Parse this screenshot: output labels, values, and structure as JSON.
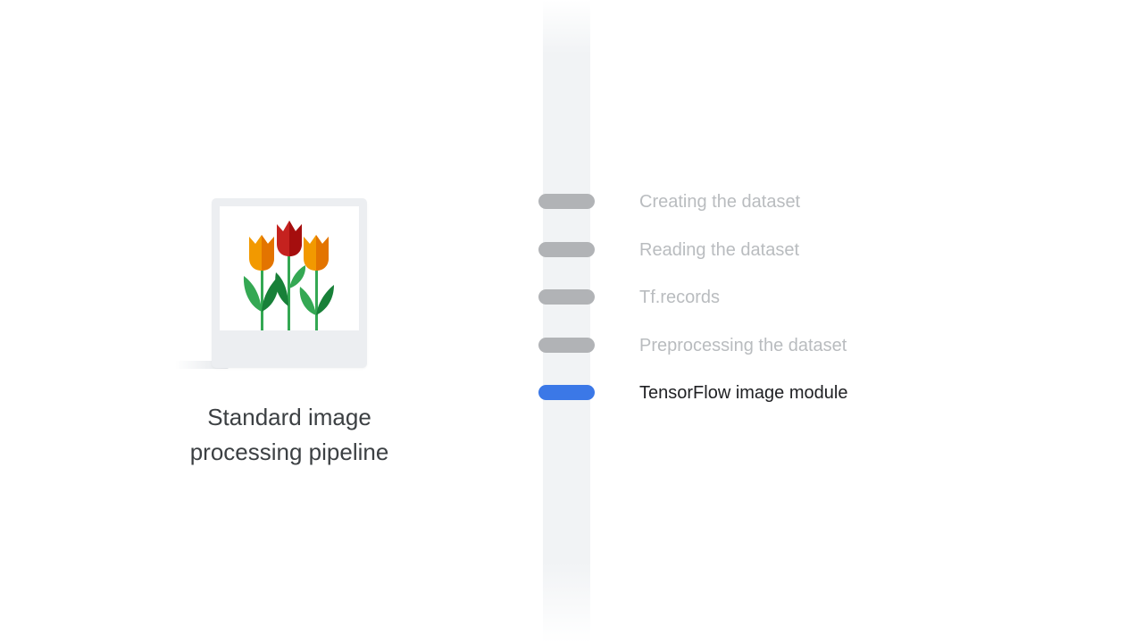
{
  "caption": {
    "line1": "Standard image",
    "line2": "processing pipeline"
  },
  "illustration": {
    "icon": "tulips-image-icon",
    "colors": {
      "orange_flower": "#f29900",
      "red_flower": "#c5221f",
      "stem": "#34a853",
      "leaf": "#188038"
    }
  },
  "timeline": {
    "active_color": "#3b78e7",
    "inactive_color": "#b1b3b6",
    "steps": [
      {
        "label": "Creating the dataset",
        "active": false
      },
      {
        "label": "Reading the dataset",
        "active": false
      },
      {
        "label": "Tf.records",
        "active": false
      },
      {
        "label": "Preprocessing the dataset",
        "active": false
      },
      {
        "label": "TensorFlow image module",
        "active": true
      }
    ]
  }
}
